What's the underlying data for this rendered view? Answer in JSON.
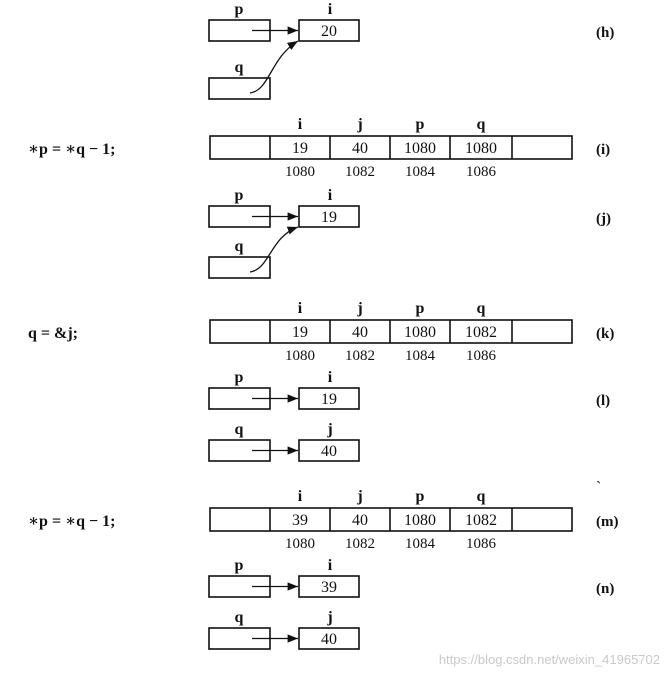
{
  "panels": [
    {
      "type": "pointer",
      "tag": "(h)",
      "rows": [
        {
          "ptr": "p",
          "target": "i",
          "value": "20"
        },
        {
          "ptr": "q",
          "curve": true
        }
      ]
    },
    {
      "type": "memory",
      "tag": "(i)",
      "statement": "∗p = ∗q − 1;",
      "vars": [
        "i",
        "j",
        "p",
        "q"
      ],
      "values": [
        "19",
        "40",
        "1080",
        "1080"
      ],
      "addresses": [
        "1080",
        "1082",
        "1084",
        "1086"
      ]
    },
    {
      "type": "pointer",
      "tag": "(j)",
      "rows": [
        {
          "ptr": "p",
          "target": "i",
          "value": "19"
        },
        {
          "ptr": "q",
          "curve": true
        }
      ]
    },
    {
      "type": "memory",
      "tag": "(k)",
      "statement": "q = &j;",
      "vars": [
        "i",
        "j",
        "p",
        "q"
      ],
      "values": [
        "19",
        "40",
        "1080",
        "1082"
      ],
      "addresses": [
        "1080",
        "1082",
        "1084",
        "1086"
      ]
    },
    {
      "type": "pointer",
      "tag": "(l)",
      "rows": [
        {
          "ptr": "p",
          "target": "i",
          "value": "19"
        },
        {
          "ptr": "q",
          "target": "j",
          "value": "40"
        }
      ]
    },
    {
      "type": "memory",
      "tag": "(m)",
      "statement": "∗p = ∗q − 1;",
      "vars": [
        "i",
        "j",
        "p",
        "q"
      ],
      "values": [
        "39",
        "40",
        "1080",
        "1082"
      ],
      "addresses": [
        "1080",
        "1082",
        "1084",
        "1086"
      ]
    },
    {
      "type": "pointer",
      "tag": "(n)",
      "rows": [
        {
          "ptr": "p",
          "target": "i",
          "value": "39"
        },
        {
          "ptr": "q",
          "target": "j",
          "value": "40"
        }
      ]
    }
  ],
  "stray_mark": "`",
  "watermark": "https://blog.csdn.net/weixin_41965702"
}
